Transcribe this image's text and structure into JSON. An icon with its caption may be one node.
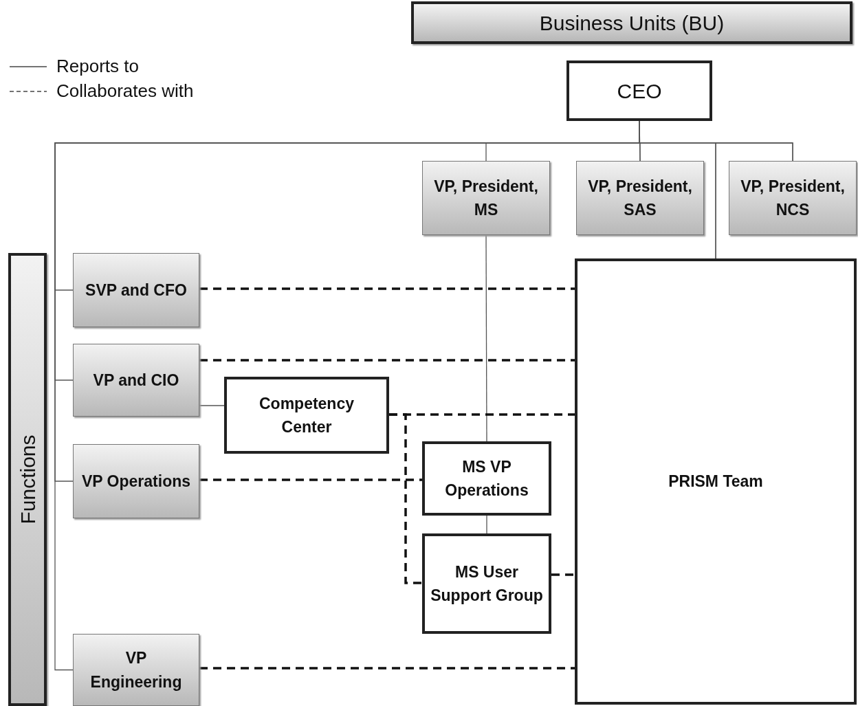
{
  "diagram": {
    "nodes": [
      {
        "text": [
          "Business Units (BU)"
        ]
      },
      {
        "text": [
          "CEO"
        ]
      },
      {
        "text": [
          "VP, President, MS"
        ]
      },
      {
        "text": [
          "VP, President, SAS"
        ]
      },
      {
        "text": [
          "VP, President, NCS"
        ]
      },
      {
        "text": [
          "Functions"
        ]
      },
      {
        "text": [
          "SVP and CFO"
        ]
      },
      {
        "text": [
          "VP and CIO"
        ]
      },
      {
        "text": [
          "Competency Center"
        ]
      },
      {
        "text": [
          "VP Operations"
        ]
      },
      {
        "text": [
          "MS VP Operations"
        ]
      },
      {
        "text": [
          "MS User Support Group"
        ]
      },
      {
        "text": [
          "VP Engineering"
        ]
      },
      {
        "text": [
          "PRISM Team"
        ]
      }
    ],
    "edges": [
      {
        "from": 1,
        "to": 2,
        "arrow": "none"
      },
      {
        "from": 1,
        "to": 3,
        "arrow": "none"
      },
      {
        "from": 1,
        "to": 4,
        "arrow": "none"
      },
      {
        "from": 1,
        "to": 6,
        "arrow": "none"
      },
      {
        "from": 1,
        "to": 7,
        "arrow": "none"
      },
      {
        "from": 1,
        "to": 9,
        "arrow": "none"
      },
      {
        "from": 1,
        "to": 12,
        "arrow": "none"
      },
      {
        "from": 7,
        "to": 8,
        "arrow": "none"
      },
      {
        "from": 2,
        "to": 10,
        "arrow": "none"
      },
      {
        "from": 10,
        "to": 11,
        "arrow": "none"
      },
      {
        "from": 3,
        "to": 13,
        "arrow": "none"
      },
      {
        "from": 4,
        "to": 13,
        "arrow": "none"
      },
      {
        "from": 6,
        "to": 13,
        "arrow": "none",
        "style": "dashed"
      },
      {
        "from": 7,
        "to": 13,
        "arrow": "none",
        "style": "dashed"
      },
      {
        "from": 8,
        "to": 13,
        "arrow": "none",
        "style": "dashed"
      },
      {
        "from": 9,
        "to": 10,
        "arrow": "none",
        "style": "dashed"
      },
      {
        "from": 8,
        "to": 11,
        "arrow": "none",
        "style": "dashed"
      },
      {
        "from": 11,
        "to": 13,
        "arrow": "none",
        "style": "dashed"
      },
      {
        "from": 12,
        "to": 13,
        "arrow": "none",
        "style": "dashed"
      }
    ],
    "legend": [
      {
        "text": "Reports to"
      },
      {
        "text": "Collaborates with"
      }
    ]
  }
}
